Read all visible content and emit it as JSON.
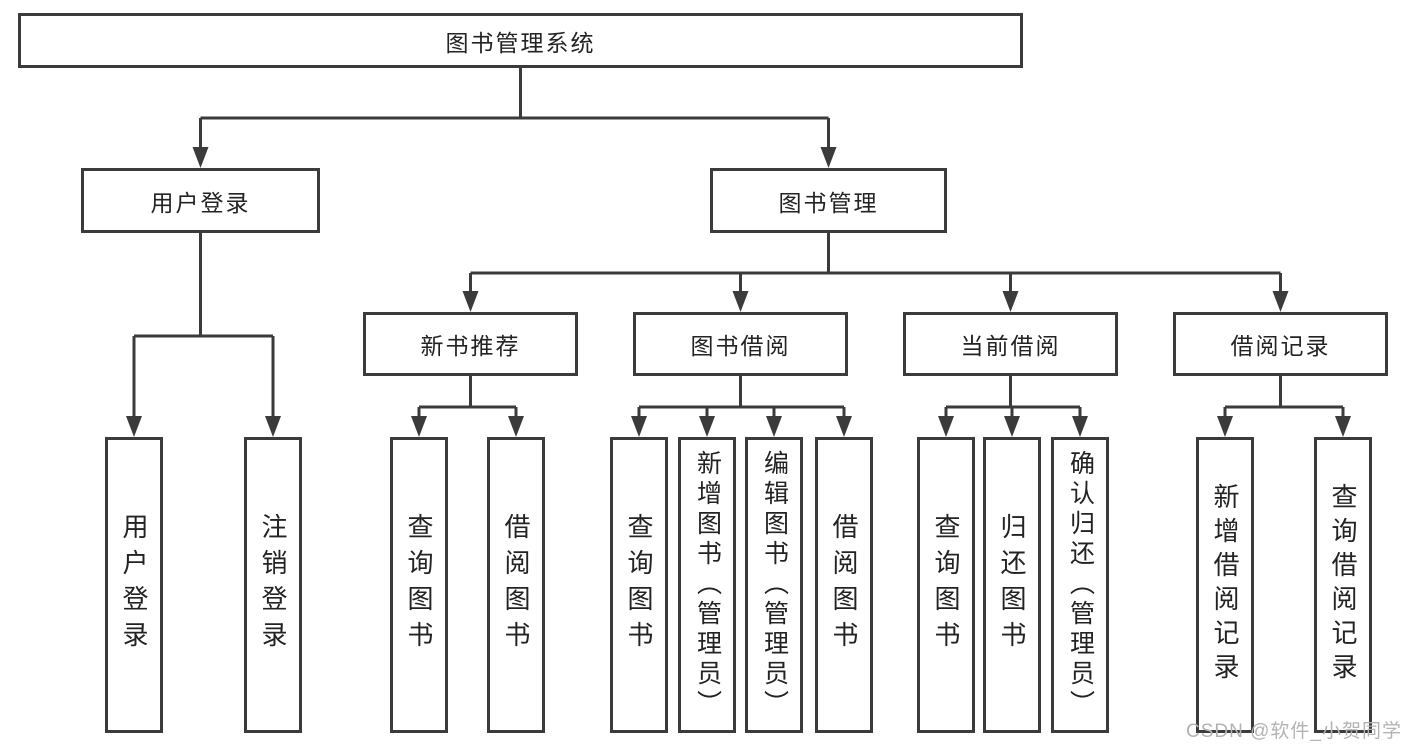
{
  "tree": {
    "root": {
      "label": "图书管理系统"
    },
    "branches": [
      {
        "label": "用户登录",
        "children": [
          {
            "label": "用户登录"
          },
          {
            "label": "注销登录"
          }
        ]
      },
      {
        "label": "图书管理",
        "groups": [
          {
            "label": "新书推荐",
            "children": [
              {
                "label": "查询图书"
              },
              {
                "label": "借阅图书"
              }
            ]
          },
          {
            "label": "图书借阅",
            "children": [
              {
                "label": "查询图书"
              },
              {
                "label": "新增图书（管理员）"
              },
              {
                "label": "编辑图书（管理员）"
              },
              {
                "label": "借阅图书"
              }
            ]
          },
          {
            "label": "当前借阅",
            "children": [
              {
                "label": "查询图书"
              },
              {
                "label": "归还图书"
              },
              {
                "label": "确认归还（管理员）"
              }
            ]
          },
          {
            "label": "借阅记录",
            "children": [
              {
                "label": "新增借阅记录"
              },
              {
                "label": "查询借阅记录"
              }
            ]
          }
        ]
      }
    ]
  },
  "watermark": "CSDN @软件_小贺同学",
  "colors": {
    "line": "#3b3b3b",
    "text": "#232323",
    "background": "#ffffff",
    "watermark": "#b3b3b3"
  }
}
